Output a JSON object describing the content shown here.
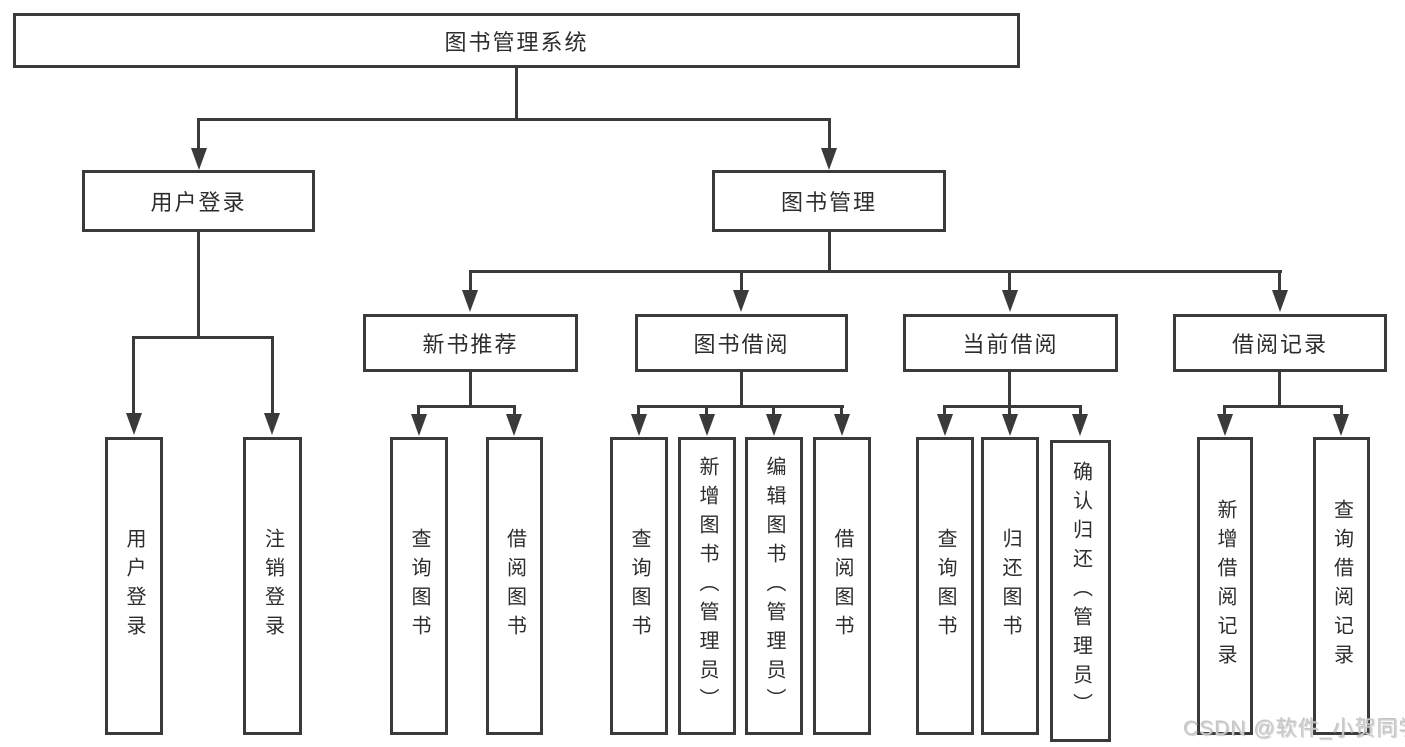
{
  "diagram": {
    "title_node": {
      "label": "图书管理系统"
    },
    "level2": [
      {
        "label": "用户登录"
      },
      {
        "label": "图书管理"
      }
    ],
    "level3": [
      {
        "label": "新书推荐"
      },
      {
        "label": "图书借阅"
      },
      {
        "label": "当前借阅"
      },
      {
        "label": "借阅记录"
      }
    ],
    "leaves": [
      {
        "label": "用户登录",
        "parent": "用户登录"
      },
      {
        "label": "注销登录",
        "parent": "用户登录"
      },
      {
        "label": "查询图书",
        "parent": "新书推荐"
      },
      {
        "label": "借阅图书",
        "parent": "新书推荐"
      },
      {
        "label": "查询图书",
        "parent": "图书借阅"
      },
      {
        "label": "新增图书（管理员）",
        "parent": "图书借阅"
      },
      {
        "label": "编辑图书（管理员）",
        "parent": "图书借阅"
      },
      {
        "label": "借阅图书",
        "parent": "图书借阅"
      },
      {
        "label": "查询图书",
        "parent": "当前借阅"
      },
      {
        "label": "归还图书",
        "parent": "当前借阅"
      },
      {
        "label": "确认归还（管理员）",
        "parent": "当前借阅"
      },
      {
        "label": "新增借阅记录",
        "parent": "借阅记录"
      },
      {
        "label": "查询借阅记录",
        "parent": "借阅记录"
      }
    ],
    "line_color": "#3a3a3a"
  },
  "watermark": {
    "text": "CSDN @软件_小贺同学"
  }
}
